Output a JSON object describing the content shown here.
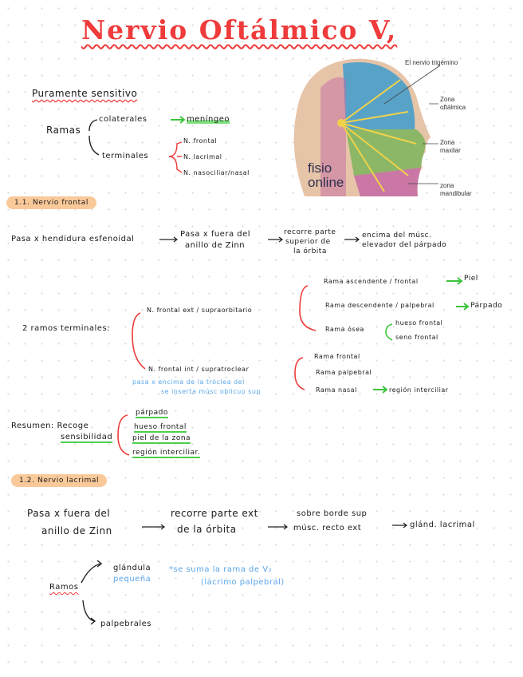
{
  "title": "Nervio Oftálmico V,",
  "figure": {
    "label_trigemino": "El nervio trigémino",
    "label_oftalmica_1": "Zona",
    "label_oftalmica_2": "oftálmica",
    "label_maxilar_1": "Zona",
    "label_maxilar_2": "maxilar",
    "label_mandibular_1": "zona",
    "label_mandibular_2": "mandibular",
    "brand_1": "fisio",
    "brand_2": "online",
    "colors": {
      "ophthalmic": "#3f9ccc",
      "maxillary": "#7ab55a",
      "mandibular": "#c46aa4",
      "skin": "#e6c4a8",
      "nerve": "#f0d24a"
    }
  },
  "intro": {
    "sensitive": "Puramente sensitivo",
    "ramas": "Ramas",
    "colaterales": "colaterales",
    "meningeo": "meníngeo",
    "terminales": "terminales",
    "frontal": "N. frontal",
    "lacrimal": "N. lacrimal",
    "nasociliar": "N. nasociliar/nasal"
  },
  "section1": {
    "heading": "1.1. Nervio frontal",
    "path_1": "Pasa x hendidura esfenoidal",
    "path_2a": "Pasa x fuera del",
    "path_2b": "anillo de Zinn",
    "path_3a": "recorre parte",
    "path_3b": "superior de",
    "path_3c": "la órbita",
    "path_4a": "encima del músc.",
    "path_4b": "elevador del párpado",
    "ramos_label": "2 ramos terminales:",
    "ext_branch": "N. frontal ext / supraorbitario",
    "ext_r1": "Rama ascendente / frontal",
    "ext_r1_target": "Piel",
    "ext_r2": "Rama descendente / palpebral",
    "ext_r2_target": "Párpado",
    "ext_r3": "Rama ósea",
    "ext_r3_a": "hueso frontal",
    "ext_r3_b": "seno frontal",
    "int_branch": "N. frontal int / supratroclear",
    "int_note_1": "pasa x encima de la tróclea del",
    "int_note_2": "se inserta músc oblicuo sup",
    "int_r1": "Rama frontal",
    "int_r2": "Rama palpebral",
    "int_r3": "Rama nasal",
    "int_r3_target": "región interciliar",
    "resumen_label": "Resumen: Recoge",
    "resumen_label2": "sensibilidad",
    "resumen_1": "párpado",
    "resumen_2": "hueso frontal",
    "resumen_3": "piel de la zona",
    "resumen_4": "región interciliar."
  },
  "section2": {
    "heading": "1.2. Nervio lacrimal",
    "p1a": "Pasa x fuera del",
    "p1b": "anillo de Zinn",
    "p2a": "recorre parte ext",
    "p2b": "de la órbita",
    "p3a": "sobre borde sup",
    "p3b": "músc. recto ext",
    "p4": "glánd. lacrimal",
    "ramos": "Ramos",
    "glandula_1": "glándula",
    "glandula_2": "pequeña",
    "note_1": "*se suma la rama de V₂",
    "note_2": "(lacrimo palpebral)",
    "palpebrales": "palpebrales"
  }
}
